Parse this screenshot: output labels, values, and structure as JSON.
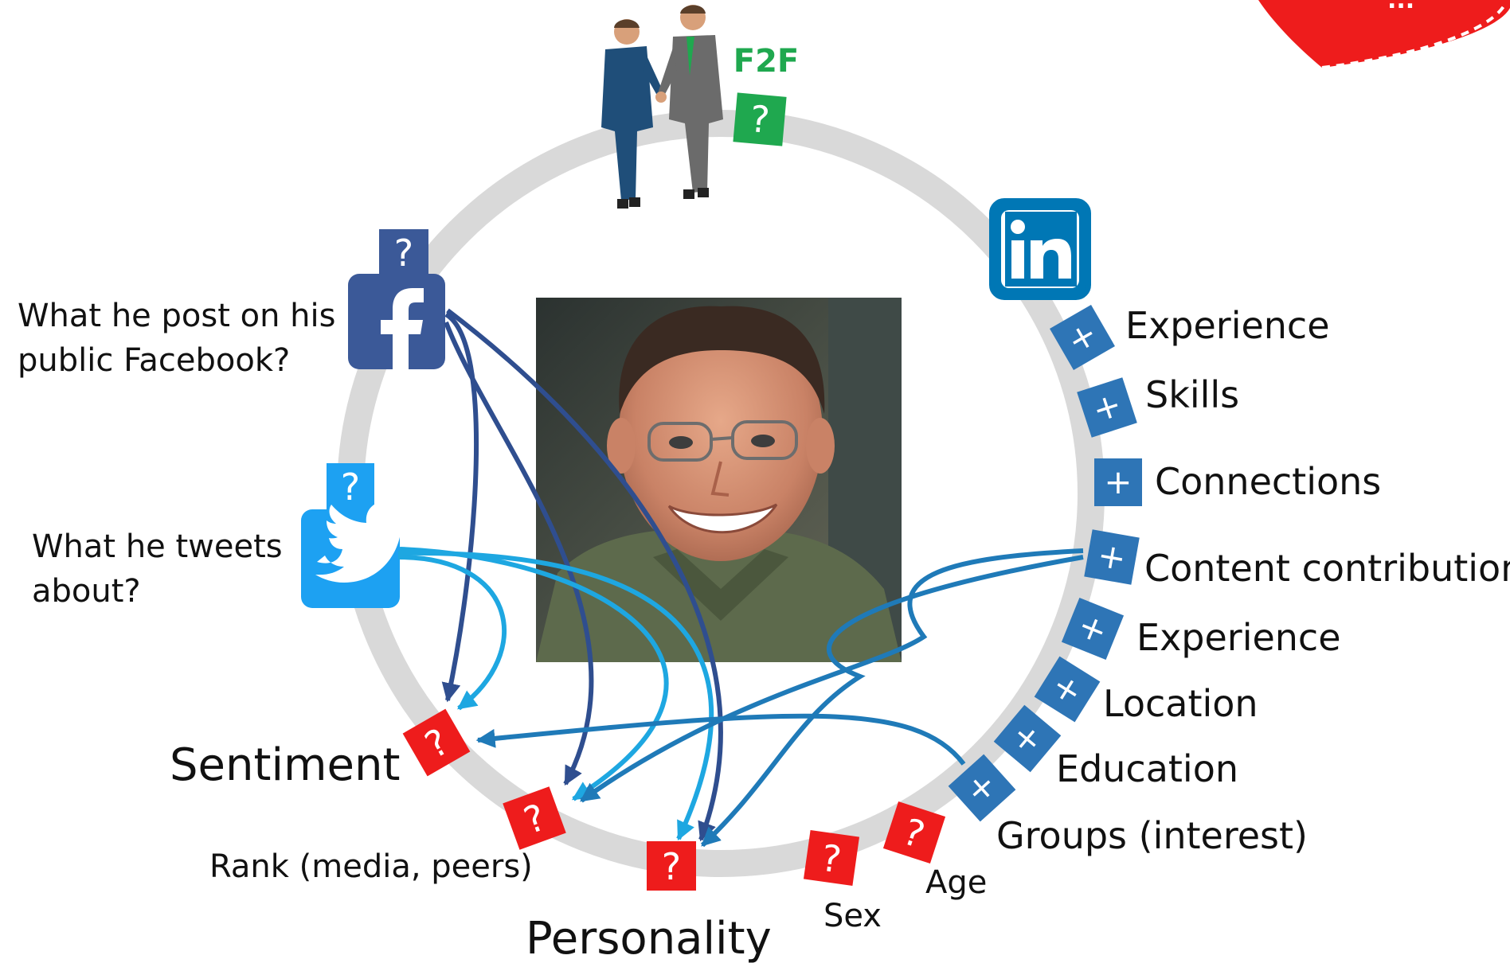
{
  "top": {
    "f2f_label": "F2F",
    "f2f_marker": "?",
    "people_icon": "handshake-businessmen-icon"
  },
  "facebook": {
    "marker": "?",
    "question_line1": "What he post on his",
    "question_line2": "public Facebook?",
    "icon": "facebook-icon"
  },
  "twitter": {
    "marker": "?",
    "question_line1": "What he tweets",
    "question_line2": "about?",
    "icon": "twitter-icon"
  },
  "linkedin": {
    "icon": "linkedin-icon",
    "items": [
      {
        "marker": "+",
        "label": "Experience"
      },
      {
        "marker": "+",
        "label": "Skills"
      },
      {
        "marker": "+",
        "label": "Connections"
      },
      {
        "marker": "+",
        "label": "Content contribution"
      },
      {
        "marker": "+",
        "label": "Experience"
      },
      {
        "marker": "+",
        "label": "Location"
      },
      {
        "marker": "+",
        "label": "Education"
      },
      {
        "marker": "+",
        "label": "Groups (interest)"
      }
    ]
  },
  "unknowns": [
    {
      "marker": "?",
      "label": "Sentiment"
    },
    {
      "marker": "?",
      "label": "Rank (media, peers)"
    },
    {
      "marker": "?",
      "label": "Personality"
    },
    {
      "marker": "?",
      "label": "Sex"
    },
    {
      "marker": "?",
      "label": "Age"
    }
  ],
  "center": {
    "image": "portrait-photo"
  },
  "corner": {
    "shape": "red-heart-shape",
    "text": "..."
  },
  "colors": {
    "ring": "#d9d9d9",
    "linkedin_blue": "#2e75b6",
    "linkedin_brand": "#0077b5",
    "facebook_blue": "#3b5998",
    "twitter_blue": "#1da1f2",
    "f2f_green": "#1fa84f",
    "unknown_red": "#ee1c1c",
    "arrow_navy": "#2f4e8f",
    "arrow_light": "#1ea7e1",
    "arrow_steel": "#1f7ab8"
  }
}
